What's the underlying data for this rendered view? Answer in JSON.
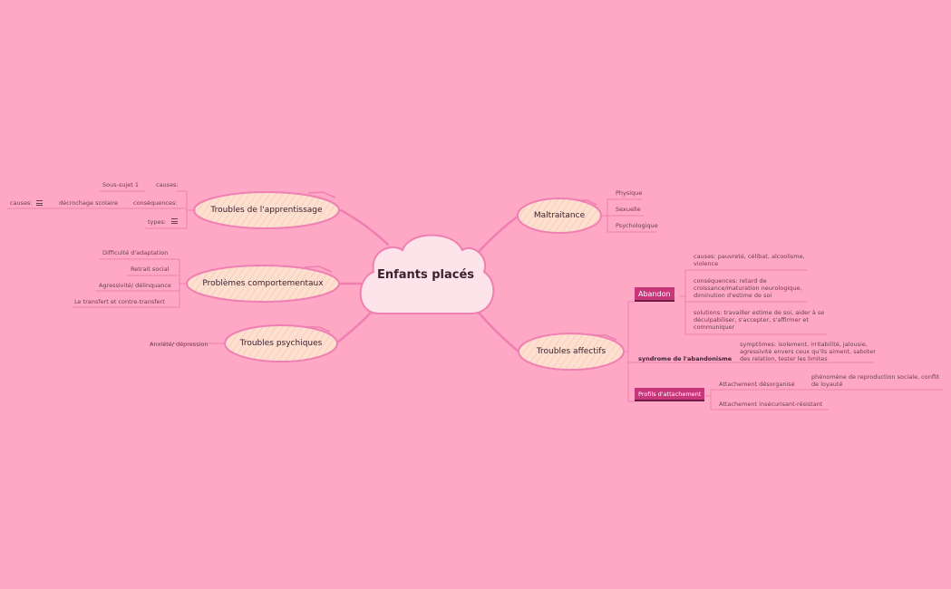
{
  "colors": {
    "background": "#ffa8c5",
    "node_fill": "#fde0cf",
    "node_border": "#f07fb3",
    "connector": "#ee7fb0",
    "tag": "#c7377a"
  },
  "center": {
    "title": "Enfants placés"
  },
  "branches": {
    "apprentissage": {
      "label": "Troubles de l'apprentissage",
      "items": {
        "sous_sujet": "Sous-sujet 1",
        "causes_1": "causes:",
        "consequences": "conséquences:",
        "decrochage": "décrochage scolaire",
        "causes_2": "causes:",
        "types": "types:"
      }
    },
    "comportementaux": {
      "label": "Problèmes comportementaux",
      "items": [
        "Difficulté d'adaptation",
        "Retrait social",
        "Agressivité/ délinquance",
        "Le transfert et contre-transfert"
      ]
    },
    "psychiques": {
      "label": "Troubles psychiques",
      "items": [
        "Anxiété/ dépression"
      ]
    },
    "maltraitance": {
      "label": "Maltraitance",
      "items": [
        "Physique",
        "Sexuelle",
        "Psychologique"
      ]
    },
    "affectifs": {
      "label": "Troubles affectifs",
      "abandon": {
        "label": "Abandon",
        "items": [
          "causes: pauvreté, célibat, alcoolisme, violence",
          "conséquences: retard de croissance/maturation neurologique, diminution d'estime de soi",
          "solutions: travailler estime de soi, aider à se déculpabiliser, s'accepter, s'affirmer et communiquer"
        ]
      },
      "syndrome": {
        "label": "syndrome de l'abandonisme",
        "items": [
          "symptômes: isolement, irritabilité, jalousie, agressivité envers ceux qu'ils aiment, saboter des relation, tester les limites"
        ]
      },
      "profils": {
        "label": "Profils d'attachement",
        "desorganise": "Attachement désorganisé",
        "desorganise_detail": "phénomène de reproduction sociale, conflit de loyauté",
        "insecurisant": "Attachement insécurisant-résistant"
      }
    }
  }
}
